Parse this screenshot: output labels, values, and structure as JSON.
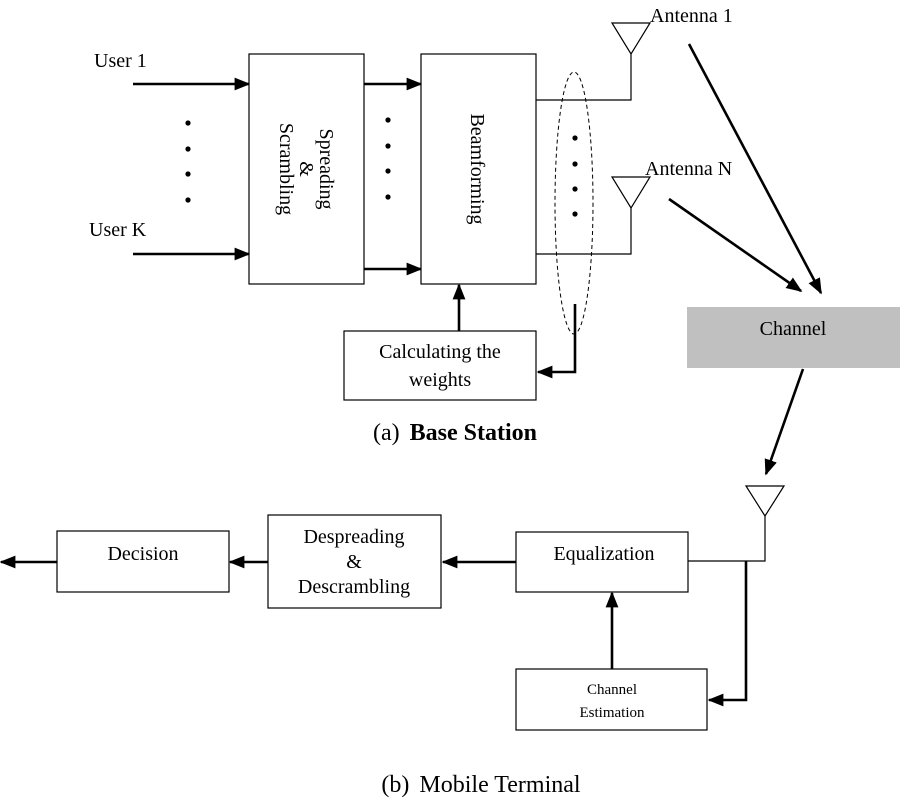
{
  "diagram": {
    "base_station": {
      "caption_prefix": "(a)",
      "caption_title": "Base Station",
      "inputs": {
        "first": "User 1",
        "last": "User K"
      },
      "blocks": {
        "spreading": {
          "line1": "Spreading",
          "line2": "&",
          "line3": "Scrambling"
        },
        "beamforming": {
          "label": "Beamforming"
        },
        "weights": {
          "line1": "Calculating the",
          "line2": "weights"
        }
      },
      "antennas": {
        "first": "Antenna 1",
        "last": "Antenna N"
      }
    },
    "channel": {
      "label": "Channel",
      "fill_color": "#c0c0c0"
    },
    "mobile_terminal": {
      "caption_prefix": "(b)",
      "caption_title": "Mobile Terminal",
      "blocks": {
        "equalization": {
          "label": "Equalization"
        },
        "despreading": {
          "line1": "Despreading",
          "line2": "&",
          "line3": "Descrambling"
        },
        "decision": {
          "label": "Decision"
        },
        "channel_estimation": {
          "line1": "Channel",
          "line2": "Estimation"
        }
      }
    }
  }
}
